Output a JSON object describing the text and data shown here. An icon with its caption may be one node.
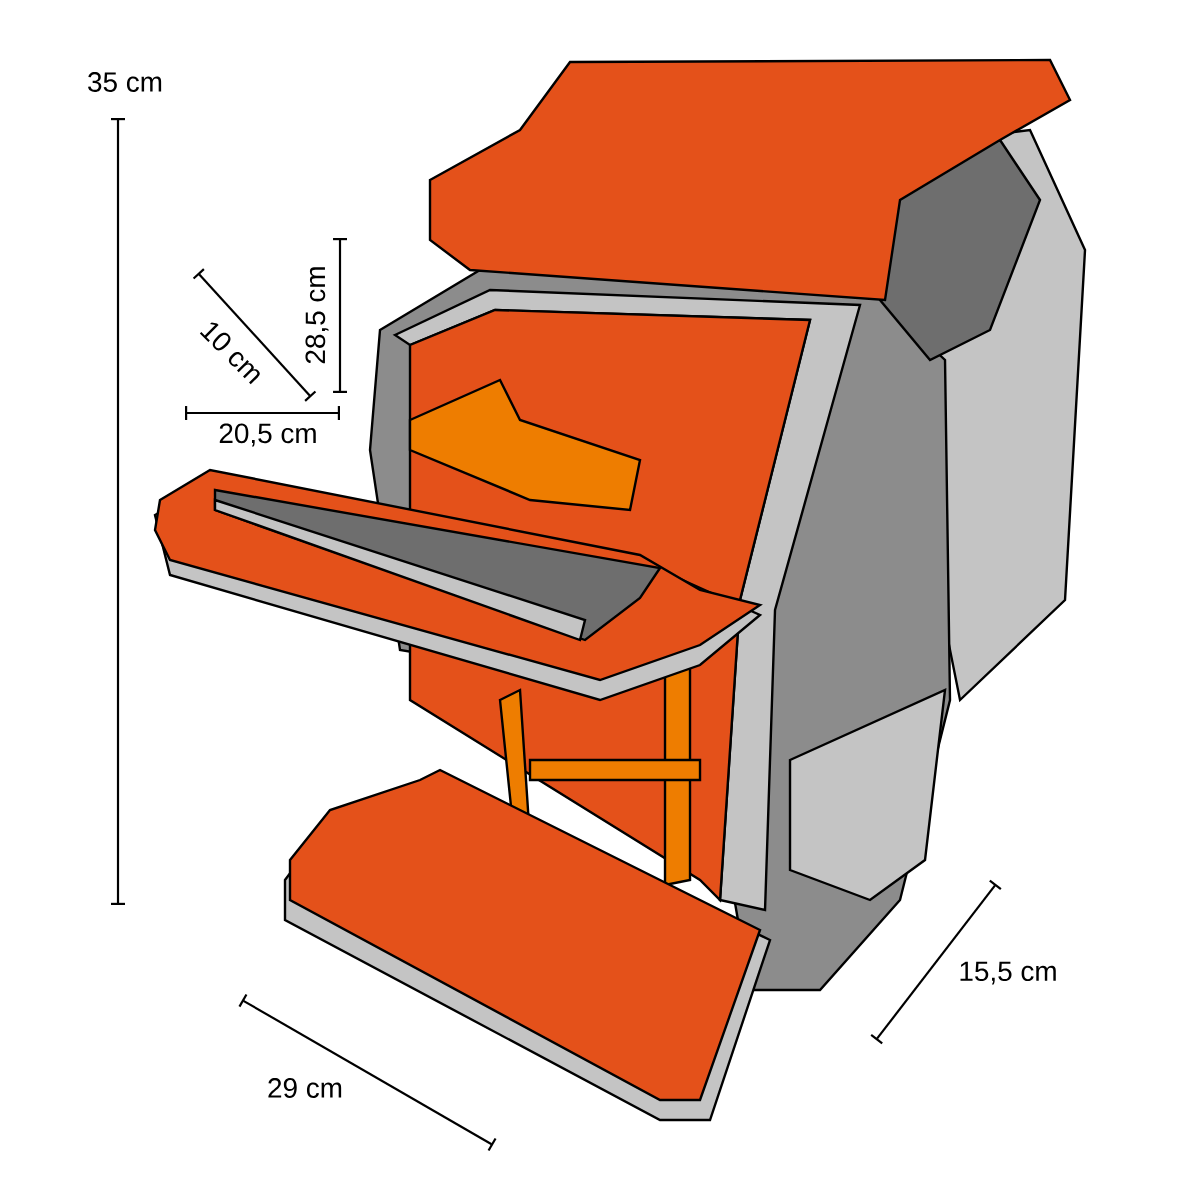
{
  "diagram": {
    "labels": [
      "35 cm",
      "28,5 cm",
      "10 cm",
      "20,5 cm",
      "29 cm",
      "15,5 cm"
    ]
  }
}
